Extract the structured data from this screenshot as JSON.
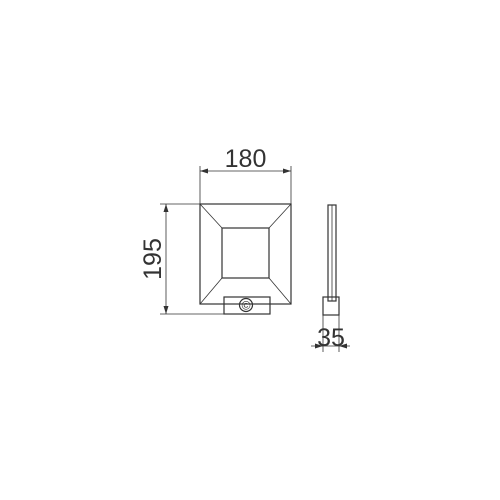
{
  "dimensions": {
    "width": "180",
    "height": "195",
    "depth": "35"
  },
  "sensor_symbol": "©",
  "colors": {
    "line": "#333333",
    "background": "#ffffff"
  }
}
